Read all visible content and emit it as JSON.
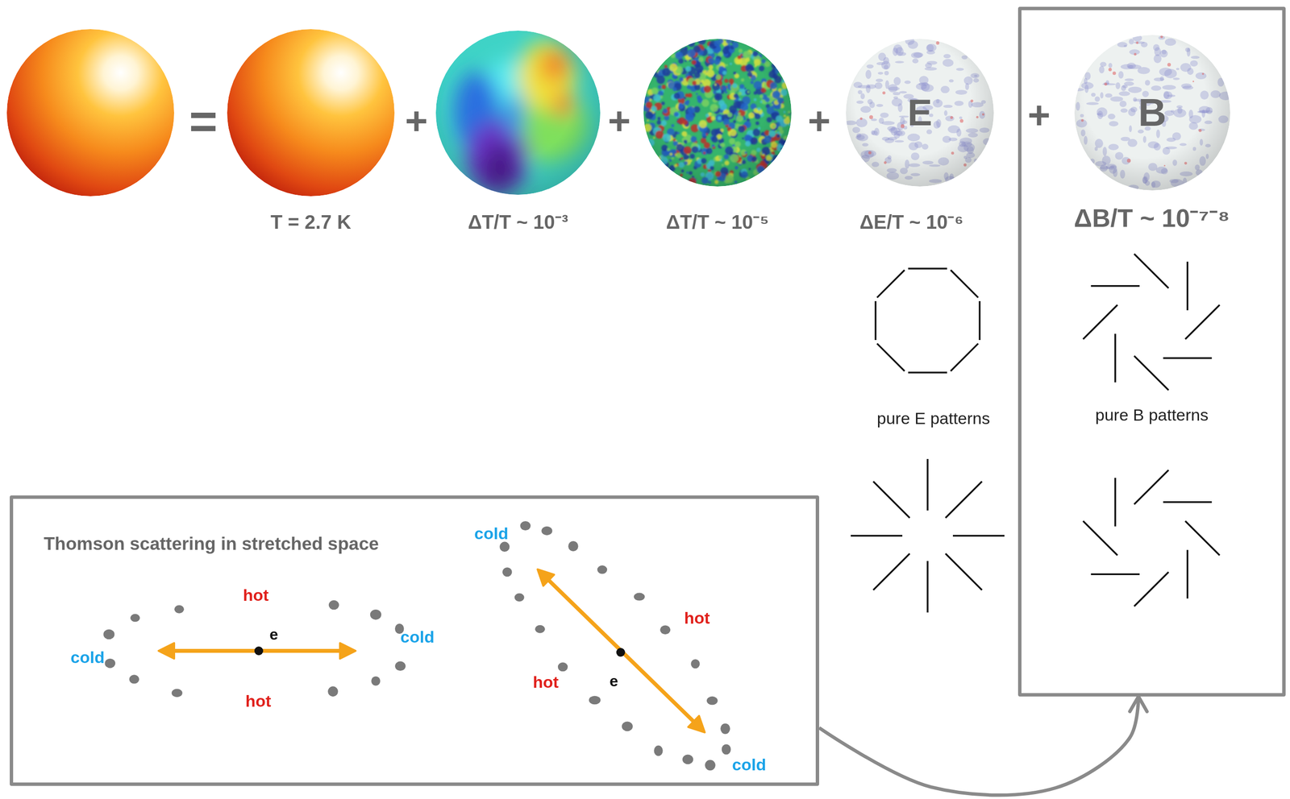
{
  "diagram": {
    "nodes": [
      {
        "text": [
          "E"
        ]
      },
      {
        "text": [
          "ΔB/T ~ 10⁻⁷⁻⁸",
          "pure B patterns"
        ]
      },
      {
        "text": [
          "B"
        ],
        "in": 1
      },
      {
        "text": [
          "Thomson scattering in stretched space"
        ]
      }
    ],
    "edges": [
      {
        "from": 3,
        "to": 1,
        "arrow": "to"
      }
    ],
    "labels": [
      "=",
      "T = 2.7 K",
      "+",
      "ΔT/T ~ 10⁻³",
      "+",
      "ΔT/T ~ 10⁻⁵",
      "+",
      "ΔE/T ~ 10⁻⁶",
      "+",
      "pure E patterns",
      "hot",
      "cold",
      "cold",
      "e",
      "hot",
      "cold",
      "hot",
      "e",
      "hot",
      "cold"
    ]
  }
}
